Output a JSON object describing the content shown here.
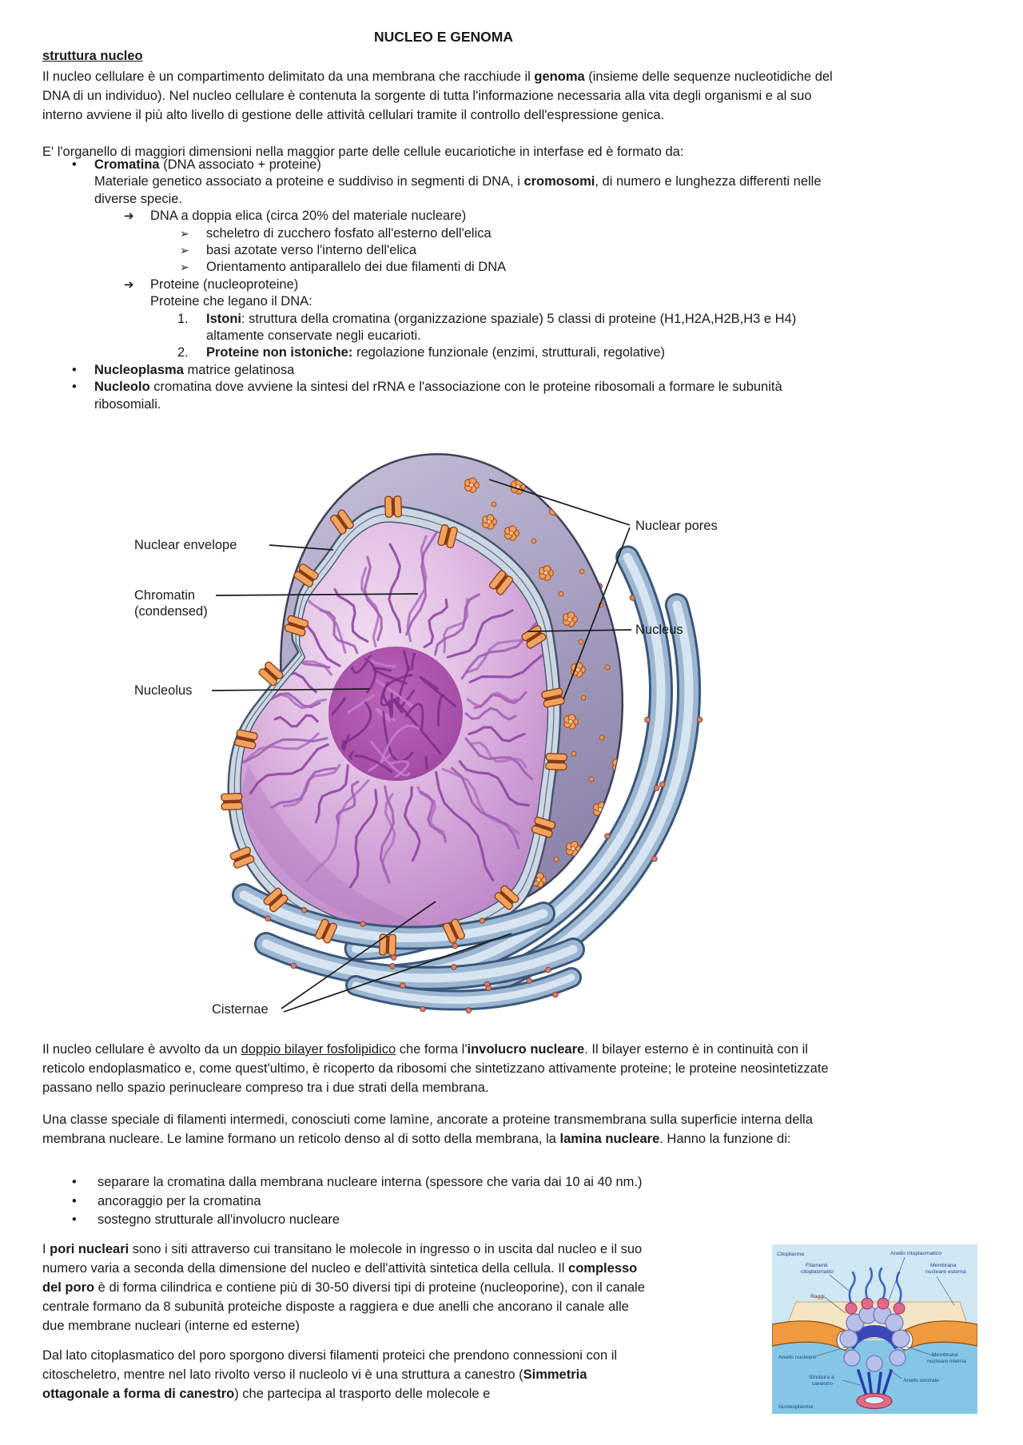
{
  "title": "NUCLEO E GENOMA",
  "heading": "struttura nucleo",
  "intro": {
    "segments": [
      {
        "t": "Il nucleo cellulare è un compartimento delimitato da una membrana che racchiude il "
      },
      {
        "t": "genoma",
        "b": 1
      },
      {
        "t": " (insieme delle sequenze nucleotidiche del DNA di un individuo). Nel nucleo cellulare è contenuta la sorgente di tutta l'informazione necessaria alla vita degli organismi e al suo interno avviene il più alto livello di gestione delle attività cellulari tramite il controllo dell'espressione genica."
      }
    ]
  },
  "organello": {
    "segments": [
      {
        "t": "E' l'organello di maggiori dimensioni nella maggior parte delle cellule eucariotiche in interfase ed è formato da:"
      }
    ]
  },
  "main_list": {
    "items": [
      {
        "level": "l1",
        "marker": "•",
        "segments": [
          {
            "t": "Cromatina",
            "b": 1
          },
          {
            "t": " (DNA associato + proteine)"
          }
        ]
      },
      {
        "level": "cont1",
        "segments": [
          {
            "t": "Materiale genetico associato a proteine e suddiviso in segmenti di DNA, i "
          },
          {
            "t": "cromosomi",
            "b": 1
          },
          {
            "t": ", di numero e lunghezza differenti nelle diverse specie."
          }
        ]
      },
      {
        "level": "l2",
        "marker": "➔",
        "segments": [
          {
            "t": "DNA a doppia elica (circa 20% del materiale nucleare)"
          }
        ]
      },
      {
        "level": "l3",
        "marker": "➢",
        "segments": [
          {
            "t": "scheletro di zucchero fosfato all'esterno dell'elica"
          }
        ]
      },
      {
        "level": "l3",
        "marker": "➢",
        "segments": [
          {
            "t": "basi azotate verso l'interno dell'elica"
          }
        ]
      },
      {
        "level": "l3",
        "marker": "➢",
        "segments": [
          {
            "t": "Orientamento antiparallelo dei due filamenti di DNA"
          }
        ]
      },
      {
        "level": "l2",
        "marker": "➔",
        "segments": [
          {
            "t": "Proteine (nucleoproteine)"
          }
        ]
      },
      {
        "level": "cont2",
        "segments": [
          {
            "t": "Proteine che legano il DNA:"
          }
        ]
      },
      {
        "level": "num",
        "marker": "1.",
        "segments": [
          {
            "t": "Istoni",
            "b": 1
          },
          {
            "t": ": struttura della cromatina (organizzazione spaziale) 5 classi di proteine (H1,H2A,H2B,H3 e H4) altamente conservate negli eucarioti."
          }
        ]
      },
      {
        "level": "num",
        "marker": "2.",
        "segments": [
          {
            "t": "Proteine non istoniche:",
            "b": 1
          },
          {
            "t": " regolazione funzionale (enzimi, strutturali, regolative)"
          }
        ]
      },
      {
        "level": "l1",
        "marker": "•",
        "segments": [
          {
            "t": "Nucleoplasma",
            "b": 1
          },
          {
            "t": " matrice gelatinosa"
          }
        ]
      },
      {
        "level": "l1",
        "marker": "•",
        "segments": [
          {
            "t": "Nucleolo",
            "b": 1
          },
          {
            "t": " cromatina dove avviene la sintesi del rRNA e l'associazione con le proteine ribosomali a formare le subunità ribosomiali."
          }
        ]
      }
    ]
  },
  "nucleus_figure": {
    "labels": {
      "nuclear_envelope": "Nuclear envelope",
      "chromatin_1": "Chromatin",
      "chromatin_2": "(condensed)",
      "nucleolus": "Nucleolus",
      "nuclear_pores": "Nuclear pores",
      "nucleus": "Nucleus",
      "cisternae": "Cisternae"
    },
    "colors": {
      "envelope": "#ccd7e3",
      "chromatin": "#cf9fd6",
      "strand_purple": "#a261b2",
      "nucleolus": "#a84fa8",
      "pore_orange": "#f0a35e",
      "cut_face": "#aaa3c4",
      "er_membrane": "#9cb6d2",
      "er_lumen": "#d6e5f1",
      "ribosome": "#d4826e"
    }
  },
  "para_bilayer": {
    "segments": [
      {
        "t": "Il nucleo cellulare è avvolto da un "
      },
      {
        "t": "doppio bilayer fosfolipidico",
        "u": 1
      },
      {
        "t": " che forma l'"
      },
      {
        "t": "involucro nucleare",
        "b": 1
      },
      {
        "t": ". Il bilayer esterno è in continuità con il reticolo endoplasmatico e, come quest'ultimo, è ricoperto da ribosomi che sintetizzano attivamente proteine; le proteine neosintetizzate passano nello spazio perinucleare compreso tra i due strati della membrana."
      }
    ]
  },
  "para_lamine": {
    "segments": [
      {
        "t": "Una classe speciale di filamenti intermedi, conosciuti come lamìne, ancorate a proteine transmembrana sulla superficie interna della membrana nucleare. Le lamine formano un reticolo denso al di sotto della membrana, la "
      },
      {
        "t": "lamina nucleare",
        "b": 1
      },
      {
        "t": ". Hanno la funzione di:"
      }
    ]
  },
  "lamina_list": {
    "items": [
      {
        "level": "l1b",
        "marker": "•",
        "segments": [
          {
            "t": "separare la cromatina dalla membrana nucleare interna (spessore che varia dai 10 ai 40 nm.)"
          }
        ]
      },
      {
        "level": "l1b",
        "marker": "•",
        "segments": [
          {
            "t": "ancoraggio per la cromatina"
          }
        ]
      },
      {
        "level": "l1b",
        "marker": "•",
        "segments": [
          {
            "t": "sostegno strutturale all'involucro nucleare"
          }
        ]
      }
    ]
  },
  "para_pori": {
    "segments": [
      {
        "t": "I "
      },
      {
        "t": "pori nucleari",
        "b": 1
      },
      {
        "t": " sono i siti attraverso cui transitano le molecole in ingresso o in uscita dal nucleo e il suo numero varia a seconda della dimensione del nucleo e dell'attività sintetica della cellula. Il "
      },
      {
        "t": "complesso del poro",
        "b": 1
      },
      {
        "t": " è di forma cilindrica e contiene più di 30-50 diversi tipi di proteine (nucleoporine), con il canale centrale formano da 8 subunità proteiche disposte a raggiera e due anelli che ancorano il canale alle due membrane nucleari (interne ed esterne)"
      }
    ]
  },
  "para_citoplasmatico": {
    "segments": [
      {
        "t": "Dal lato citoplasmatico del poro sporgono diversi filamenti proteici che prendono connessioni con il citoscheletro, mentre nel lato rivolto verso il nucleolo vi è una struttura a canestro ("
      },
      {
        "t": "Simmetria ottagonale a forma di canestro",
        "b": 1
      },
      {
        "t": ") che partecipa al trasporto delle molecole e"
      }
    ]
  },
  "pore_figure": {
    "labels": {
      "citoplasma": "Citoplasma",
      "filamenti_1": "Filamenti",
      "filamenti_2": "citoplasmatici",
      "anello_citoplasmatico": "Anello citoplasmatico",
      "membrana_esterna_1": "Membrana",
      "membrana_esterna_2": "nucleare esterna",
      "raggi": "Raggi",
      "anello_nucleare": "Anello nucleare",
      "membrana_interna_1": "Membrana",
      "membrana_interna_2": "nucleare interna",
      "struttura_canestro_1": "Struttura a",
      "struttura_canestro_2": "canestro",
      "anello_centrale": "Anello centrale",
      "nucleoplasma": "Nucleoplasma"
    },
    "colors": {
      "cytoplasm_bg": "#cfe8f4",
      "nucleoplasm_bg": "#85c6e6",
      "membrane_cream": "#f4e6c4",
      "membrane_orange": "#ef9a3e",
      "complex_blue": "#3947b8",
      "knob_pink": "#e06a8a"
    }
  }
}
